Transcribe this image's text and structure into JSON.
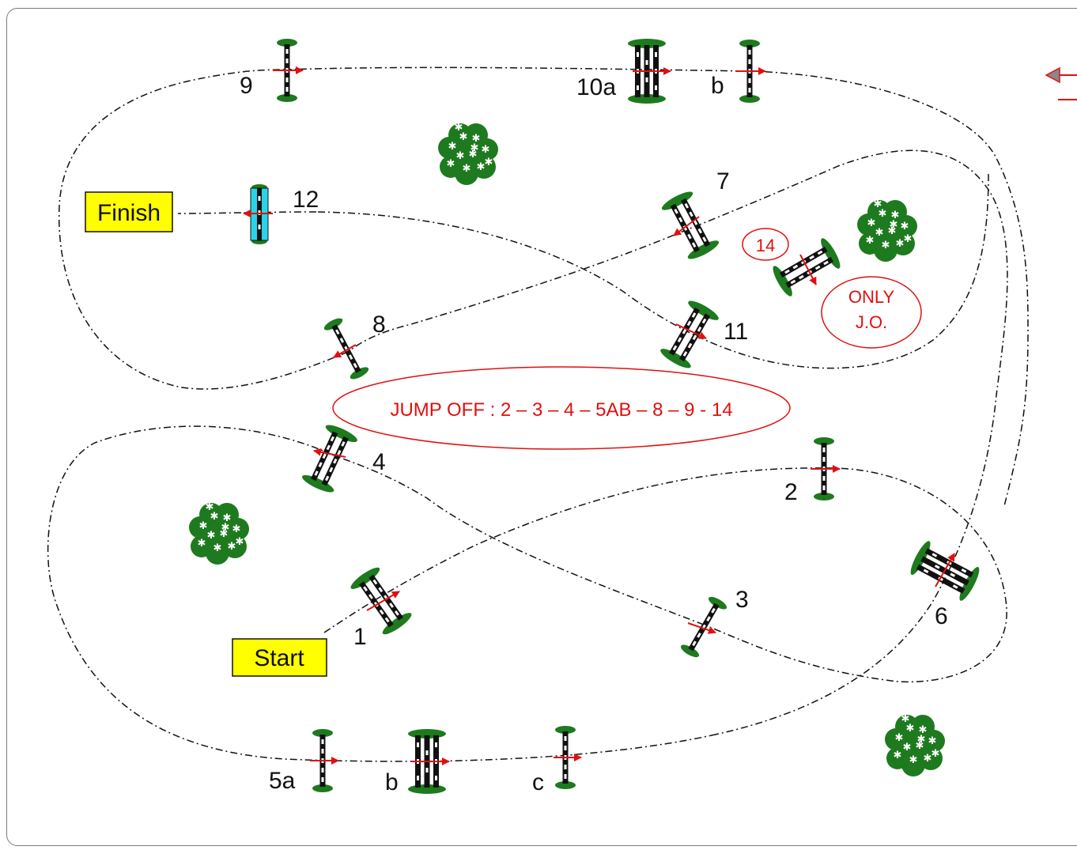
{
  "labels": {
    "start": "Start",
    "finish": "Finish",
    "jump_off": "JUMP OFF : 2 – 3 – 4 – 5AB – 8 – 9 - 14",
    "only_jo_line1": "ONLY",
    "only_jo_line2": "J.O.",
    "fence_14": "14"
  },
  "fence_numbers": {
    "f1": "1",
    "f2": "2",
    "f3": "3",
    "f4": "4",
    "f5a": "5a",
    "f5b": "b",
    "f5c": "c",
    "f6": "6",
    "f7": "7",
    "f8": "8",
    "f9": "9",
    "f10a": "10a",
    "f10b": "b",
    "f11": "11",
    "f12": "12"
  },
  "colors": {
    "path": "#111111",
    "direction_arrow": "#e01010",
    "label_box": "#ffff00",
    "water_jump": "#2ad4e6",
    "hedge_green": "#1e7a1e",
    "annotation_red": "#e01010"
  }
}
